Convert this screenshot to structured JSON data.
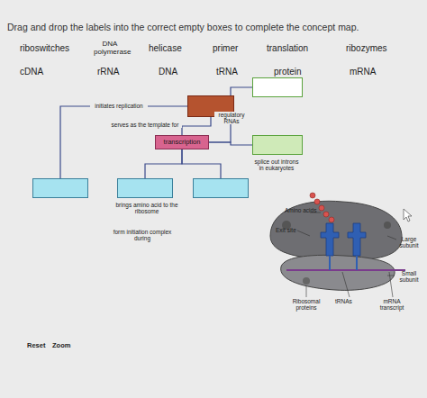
{
  "diagram": {
    "title": "Drag and drop the labels into the correct empty boxes to complete the concept map.",
    "nodes": [
      {
        "text": []
      },
      {
        "text": [
          "transcription"
        ]
      },
      {
        "text": []
      },
      {
        "text": []
      },
      {
        "text": []
      },
      {
        "text": []
      },
      {
        "text": []
      }
    ],
    "edges": [
      {
        "from": 0,
        "to": 4,
        "arrow": "none",
        "label": "initiates replication"
      },
      {
        "from": 0,
        "to": 1,
        "arrow": "none",
        "label": "serves as the template for"
      },
      {
        "from": 1,
        "to": 2,
        "arrow": "none",
        "label": "regulatory RNAs"
      },
      {
        "from": 1,
        "to": 3,
        "arrow": "none"
      },
      {
        "from": 1,
        "to": 5,
        "arrow": "none"
      },
      {
        "from": 1,
        "to": 6,
        "arrow": "none"
      }
    ],
    "labels": [
      "riboswitches",
      "DNA polymerase",
      "helicase",
      "primer",
      "translation",
      "ribozymes",
      "cDNA",
      "rRNA",
      "DNA",
      "tRNA",
      "protein",
      "mRNA",
      "splice out introns in eukaryotes",
      "brings amino acid to the ribosome",
      "form initiation complex during",
      "Amino acids",
      "Exit site",
      "Large subunit",
      "Small subunit",
      "Ribosomal proteins",
      "tRNAs",
      "mRNA transcript",
      "Reset",
      "Zoom"
    ]
  }
}
